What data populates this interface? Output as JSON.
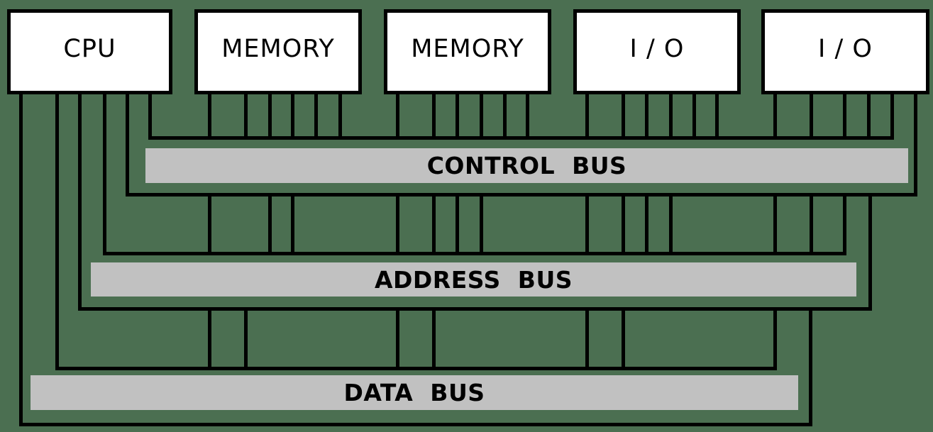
{
  "diagram": {
    "modules": [
      {
        "id": "cpu",
        "label": "CPU"
      },
      {
        "id": "mem1",
        "label": "MEMORY"
      },
      {
        "id": "mem2",
        "label": "MEMORY"
      },
      {
        "id": "io1",
        "label": "I / O"
      },
      {
        "id": "io2",
        "label": "I / O"
      }
    ],
    "buses": [
      {
        "id": "control",
        "label": "CONTROL  BUS"
      },
      {
        "id": "address",
        "label": "ADDRESS  BUS"
      },
      {
        "id": "data",
        "label": "DATA  BUS"
      }
    ],
    "colors": {
      "background": "#4b6f51",
      "bus_fill": "#c1c1c1",
      "module_fill": "#ffffff",
      "line": "#000000",
      "text": "#000000"
    }
  }
}
